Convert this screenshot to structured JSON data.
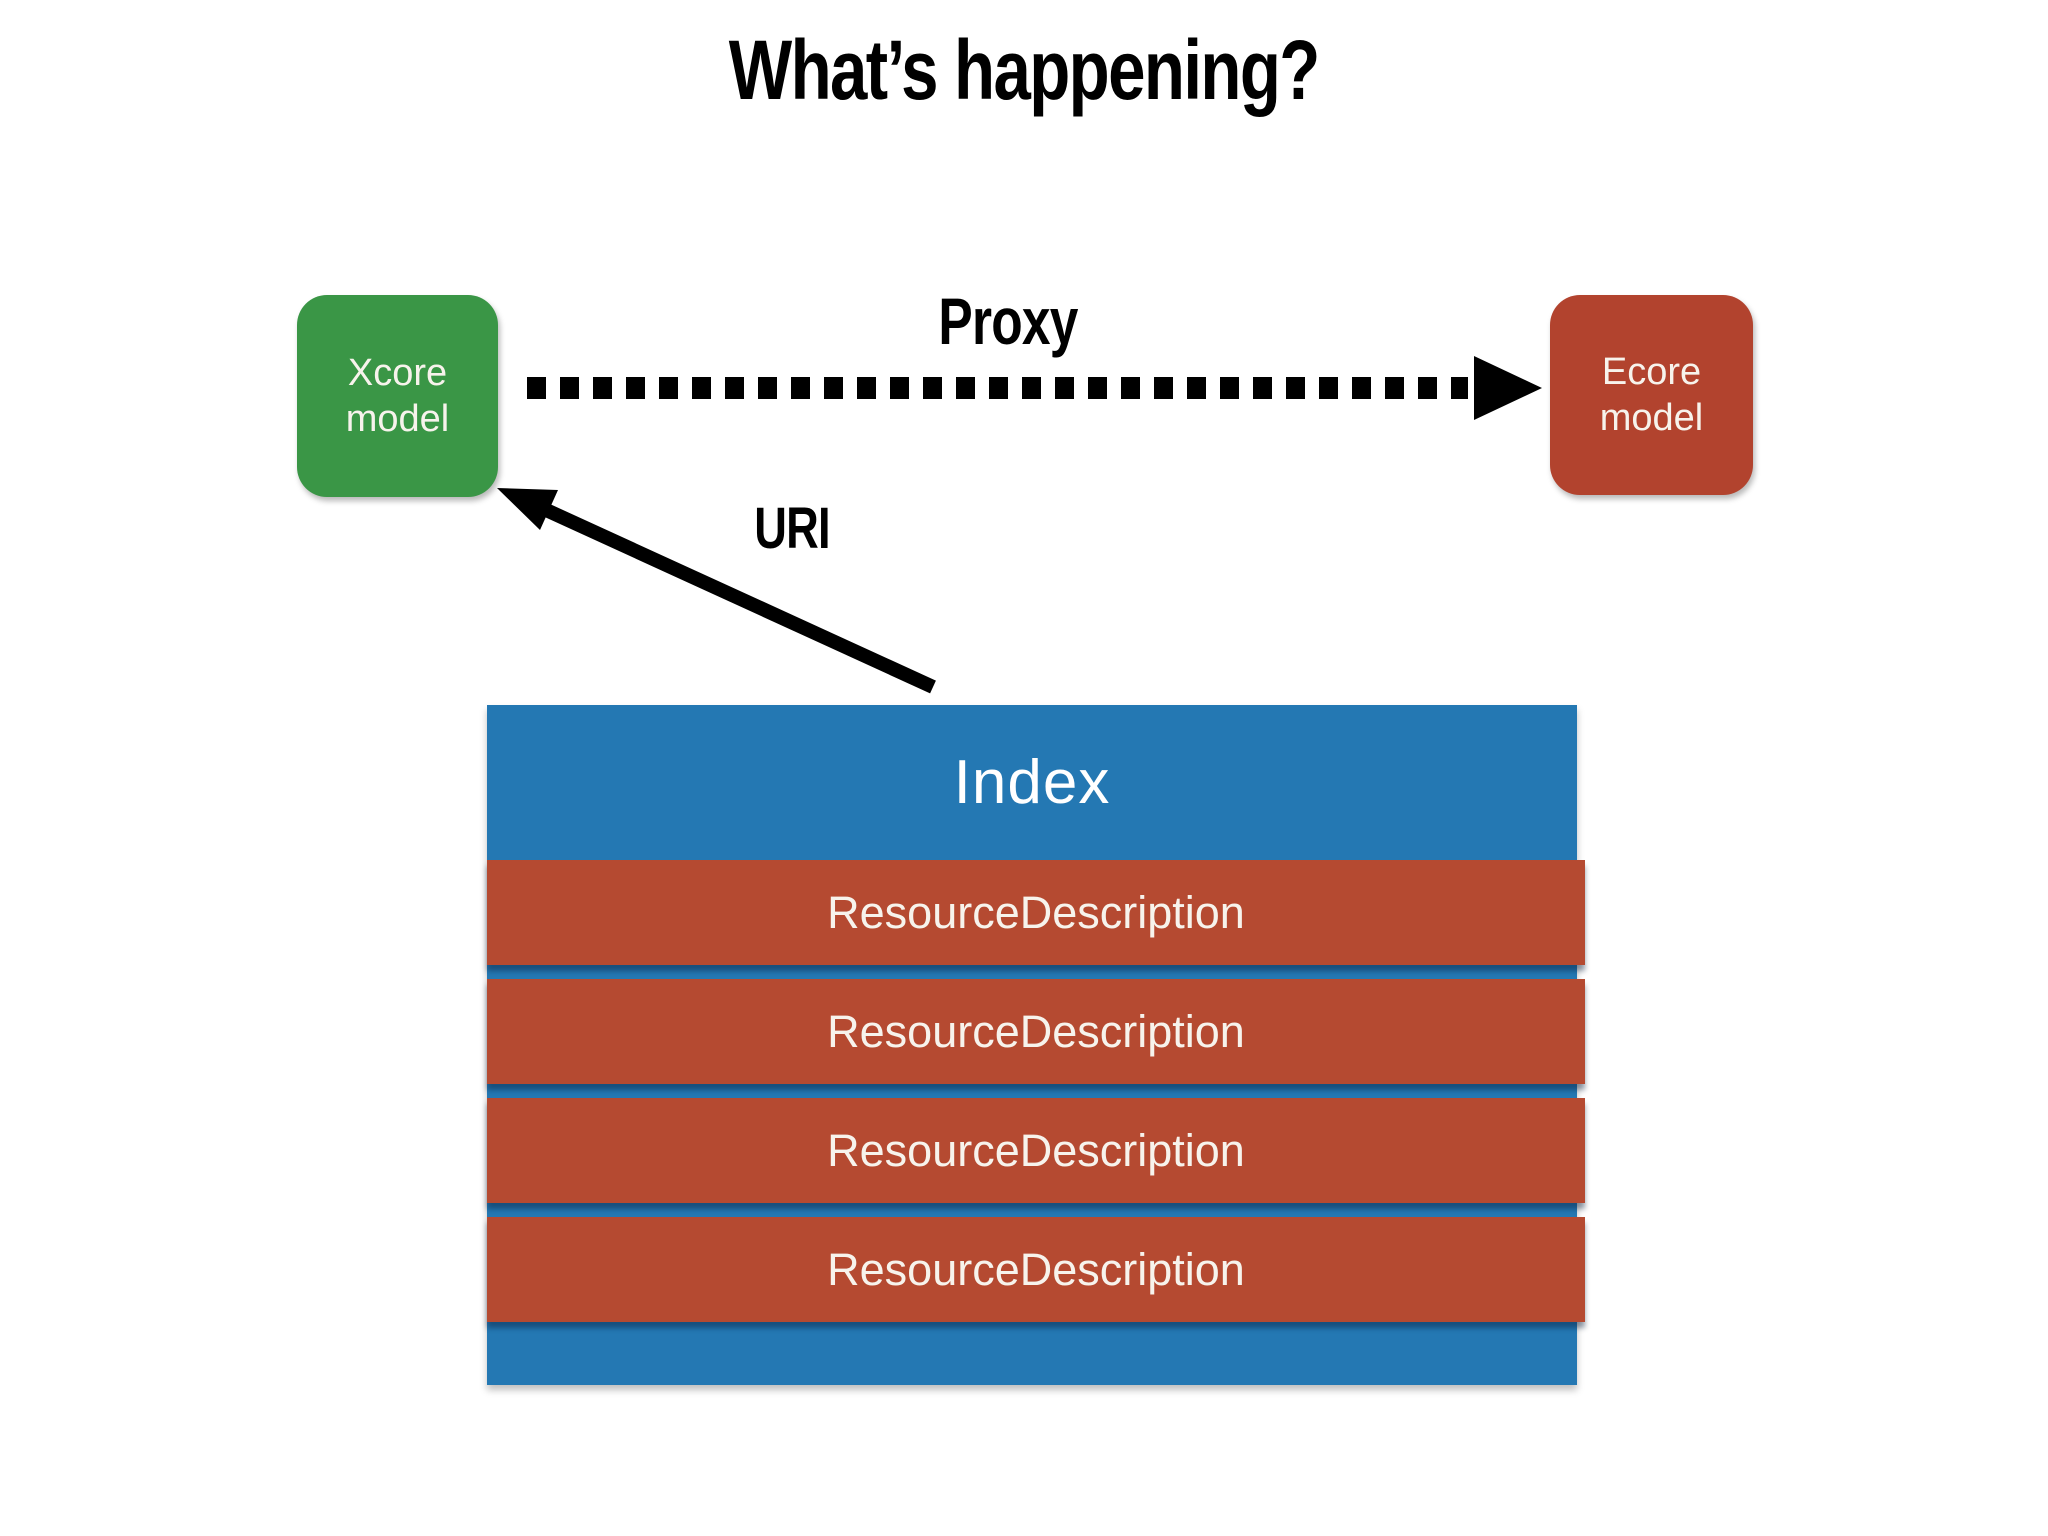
{
  "slide": {
    "title": "What’s happening?"
  },
  "nodes": {
    "xcore": {
      "label": "Xcore model"
    },
    "ecore": {
      "label": "Ecore model"
    }
  },
  "edges": {
    "proxy": {
      "label": "Proxy",
      "style": "dashed",
      "direction": "xcore-to-ecore"
    },
    "uri": {
      "label": "URI",
      "style": "solid",
      "direction": "index-to-xcore"
    }
  },
  "stack": {
    "header": "Index",
    "rows": [
      {
        "label": "ResourceDescription"
      },
      {
        "label": "ResourceDescription"
      },
      {
        "label": "ResourceDescription"
      },
      {
        "label": "ResourceDescription"
      }
    ]
  },
  "colors": {
    "xcore-green": "#3a9646",
    "ecore-red": "#b2432e",
    "row-red": "#b54a31",
    "index-blue": "#2478b3",
    "ink": "#000000",
    "box-text": "#f7f3ec",
    "background": "#ffffff"
  }
}
